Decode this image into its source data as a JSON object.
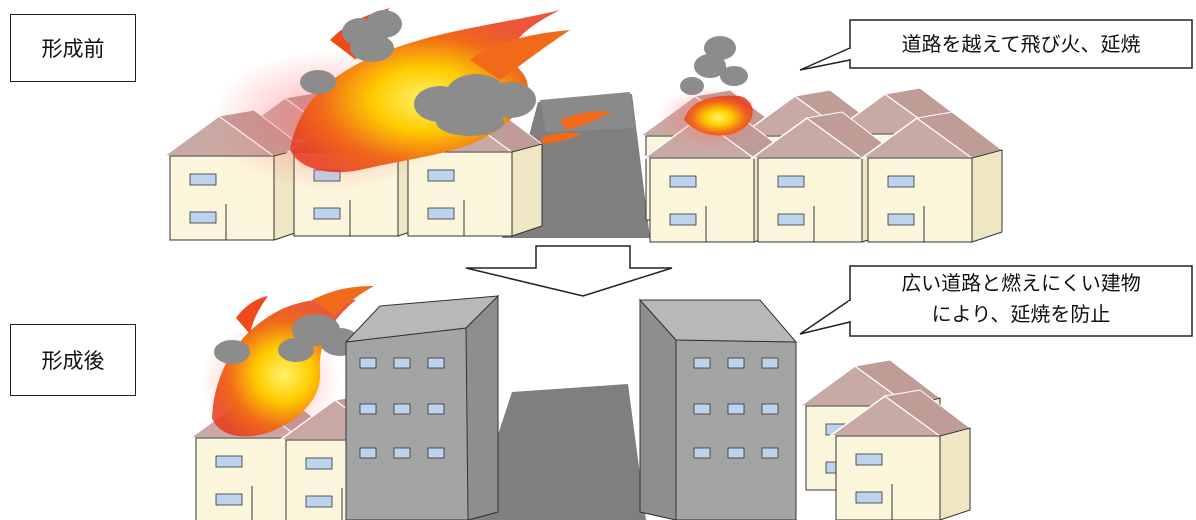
{
  "labels": {
    "before": "形成前",
    "after": "形成後"
  },
  "callouts": {
    "before": "道路を越えて飛び火、延焼",
    "after_line1": "広い道路と燃えにくい建物",
    "after_line2": "により、延焼を防止"
  },
  "colors": {
    "road": "#7f7f7f",
    "roof": "#c9a9a3",
    "wall": "#fbf5dc",
    "window": "#bcd4ee",
    "building": "#a4a4a4",
    "building_side": "#8a8a8a",
    "fire_core": "#ffd400",
    "fire_outer": "#e8381a",
    "smoke": "#8c8c8c"
  }
}
